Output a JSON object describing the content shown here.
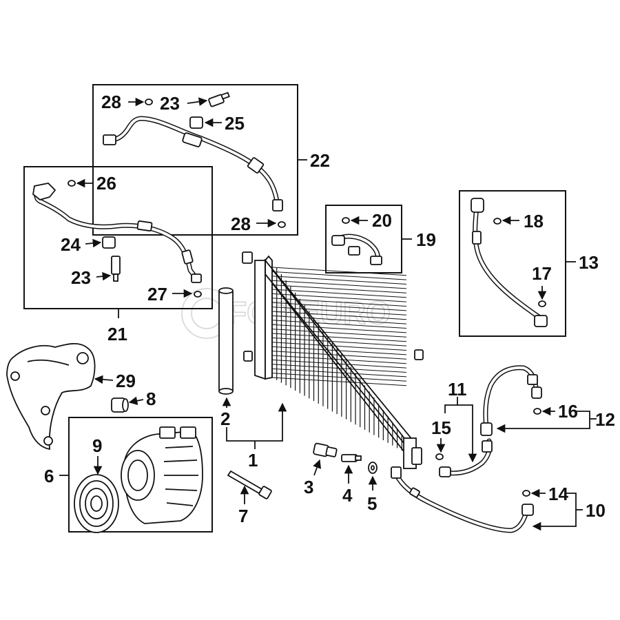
{
  "watermark": "FCP EURO",
  "callouts": [
    {
      "id": "c1",
      "text": "1"
    },
    {
      "id": "c2",
      "text": "2"
    },
    {
      "id": "c3",
      "text": "3"
    },
    {
      "id": "c4",
      "text": "4"
    },
    {
      "id": "c5",
      "text": "5"
    },
    {
      "id": "c6",
      "text": "6"
    },
    {
      "id": "c7",
      "text": "7"
    },
    {
      "id": "c8",
      "text": "8"
    },
    {
      "id": "c9",
      "text": "9"
    },
    {
      "id": "c10",
      "text": "10"
    },
    {
      "id": "c11",
      "text": "11"
    },
    {
      "id": "c12",
      "text": "12"
    },
    {
      "id": "c13",
      "text": "13"
    },
    {
      "id": "c14",
      "text": "14"
    },
    {
      "id": "c15",
      "text": "15"
    },
    {
      "id": "c16",
      "text": "16"
    },
    {
      "id": "c17",
      "text": "17"
    },
    {
      "id": "c18",
      "text": "18"
    },
    {
      "id": "c19",
      "text": "19"
    },
    {
      "id": "c20",
      "text": "20"
    },
    {
      "id": "c21",
      "text": "21"
    },
    {
      "id": "c22",
      "text": "22"
    },
    {
      "id": "c23a",
      "text": "23"
    },
    {
      "id": "c23b",
      "text": "23"
    },
    {
      "id": "c24",
      "text": "24"
    },
    {
      "id": "c25",
      "text": "25"
    },
    {
      "id": "c26",
      "text": "26"
    },
    {
      "id": "c27",
      "text": "27"
    },
    {
      "id": "c28a",
      "text": "28"
    },
    {
      "id": "c28b",
      "text": "28"
    },
    {
      "id": "c29",
      "text": "29"
    }
  ]
}
